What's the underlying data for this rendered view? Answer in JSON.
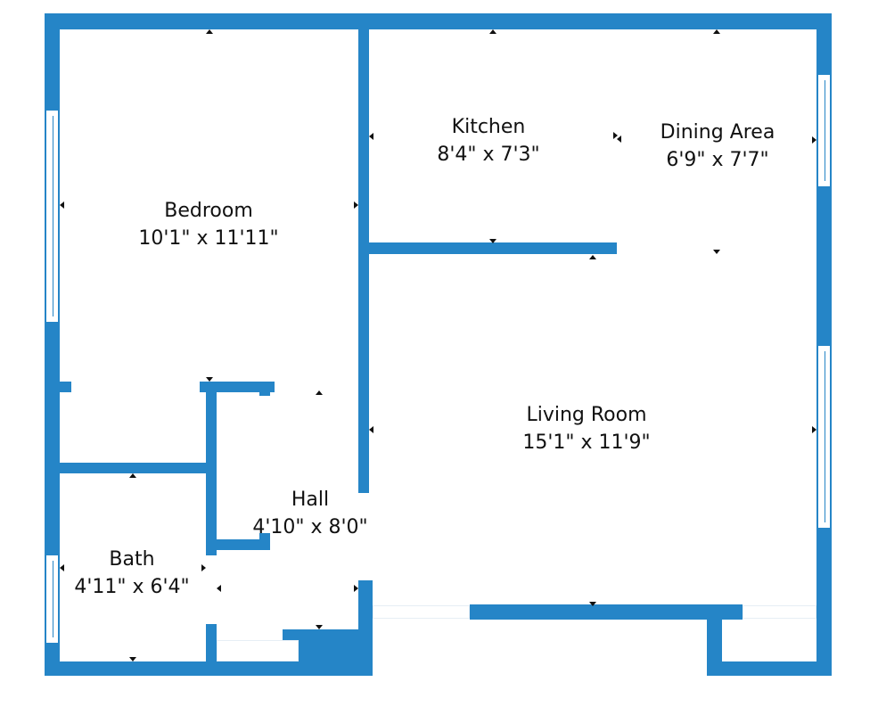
{
  "colors": {
    "wall": "#2585c7",
    "text": "#111111"
  },
  "rooms": [
    {
      "name": "Bedroom",
      "size": "10'1\" x 11'11\""
    },
    {
      "name": "Kitchen",
      "size": "8'4\" x 7'3\""
    },
    {
      "name": "Dining Area",
      "size": "6'9\" x 7'7\""
    },
    {
      "name": "Living Room",
      "size": "15'1\" x 11'9\""
    },
    {
      "name": "Hall",
      "size": "4'10\" x 8'0\""
    },
    {
      "name": "Bath",
      "size": "4'11\" x 6'4\""
    }
  ]
}
